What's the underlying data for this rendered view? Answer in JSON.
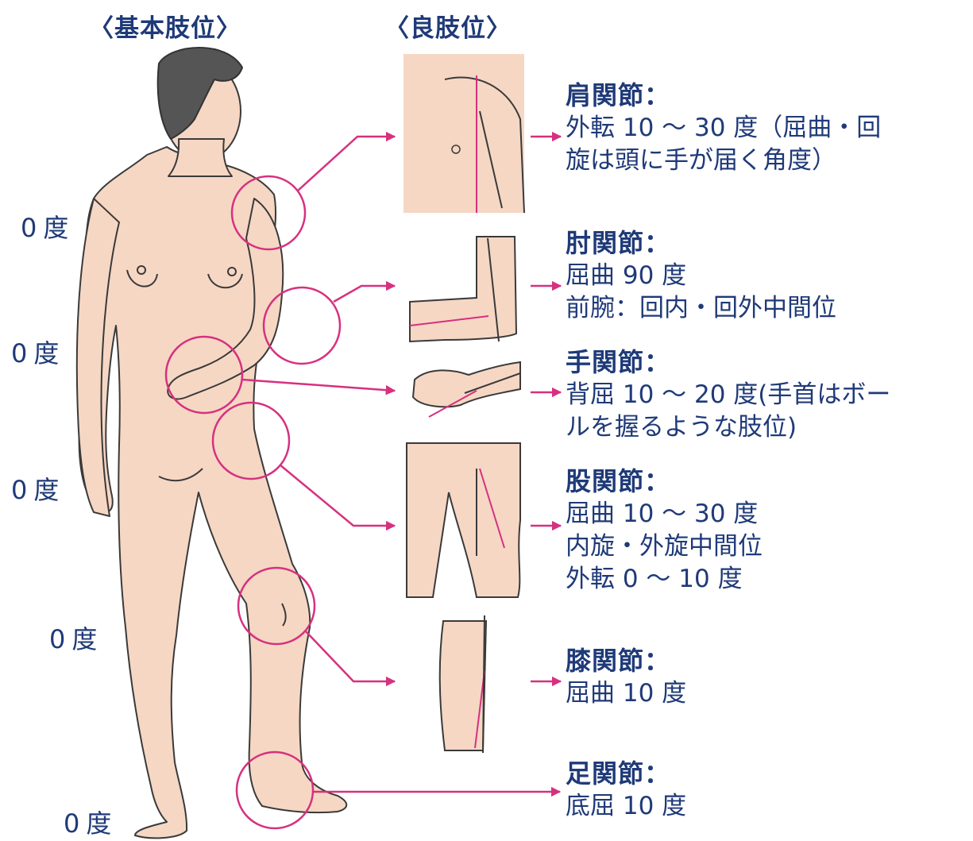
{
  "headings": {
    "basic": "〈基本肢位〉",
    "good": "〈良肢位〉"
  },
  "zero_label": {
    "value": "0",
    "unit": "度"
  },
  "joints": [
    {
      "name": "肩関節：",
      "lines": [
        "外転 10 〜 30 度（屈曲・回",
        "旋は頭に手が届く角度）"
      ]
    },
    {
      "name": "肘関節：",
      "lines": [
        "屈曲 90 度",
        "前腕：回内・回外中間位"
      ]
    },
    {
      "name": "手関節：",
      "lines": [
        "背屈 10 〜 20 度(手首はボー",
        "ルを握るような肢位)"
      ]
    },
    {
      "name": "股関節：",
      "lines": [
        "屈曲 10 〜 30 度",
        "内旋・外旋中間位",
        "外転 0 〜 10 度"
      ]
    },
    {
      "name": "膝関節：",
      "lines": [
        "屈曲 10 度"
      ]
    },
    {
      "name": "足関節：",
      "lines": [
        "底屈 10 度"
      ]
    }
  ],
  "colors": {
    "text": "#1f3a78",
    "accent": "#d6317f",
    "skin": "#f6d7c4",
    "outline": "#3a3a3a",
    "hair": "#555555"
  }
}
